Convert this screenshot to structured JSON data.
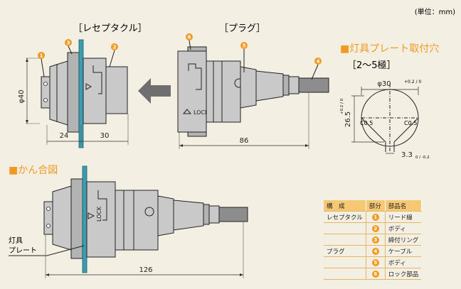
{
  "unit_note": "(単位：mm)",
  "receptacle_title": "［レセプタクル］",
  "plug_title": "［プラグ］",
  "panel_hole_title": "■灯具プレート取付穴",
  "panel_hole_range": "［2〜5極］",
  "mating_title": "■かん合図",
  "plate_label_line1": "灯具",
  "plate_label_line2": "プレート",
  "lock_text": "LOCK",
  "dims": {
    "dia40": "φ40",
    "d24": "24",
    "d30": "30",
    "d86": "86",
    "d126": "126",
    "hole_dia": "φ30",
    "hole_dia_tol": "+0.2 / 0",
    "hole_w": "26.5",
    "hole_w_tol": "+0.2 / 0",
    "c05_left": "C0.5",
    "c05_right": "C0.5",
    "slot": "3.3",
    "slot_tol": "0 / -0.2"
  },
  "callouts": [
    "1",
    "2",
    "3",
    "4",
    "5",
    "6"
  ],
  "table": {
    "headers": [
      "構　成",
      "部分",
      "部品名"
    ],
    "rows": [
      {
        "group": "レセプタクル",
        "num": "1",
        "name": "リード線"
      },
      {
        "group": "",
        "num": "2",
        "name": "ボディ"
      },
      {
        "group": "",
        "num": "3",
        "name": "締付リング"
      },
      {
        "group": "プラグ",
        "num": "4",
        "name": "ケーブル"
      },
      {
        "group": "",
        "num": "5",
        "name": "ボディ"
      },
      {
        "group": "",
        "num": "6",
        "name": "ロック部品"
      }
    ]
  },
  "colors": {
    "accent": "#f29a1f",
    "plate": "#3c9db0",
    "arrow": "#6f6f6f",
    "background": "#f3efe2"
  }
}
